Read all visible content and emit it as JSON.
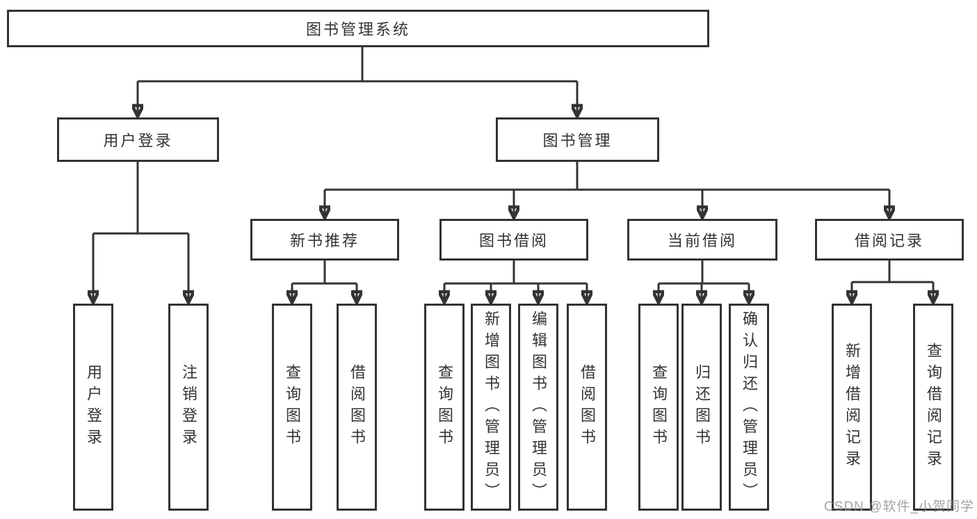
{
  "diagram": {
    "type": "hierarchy-tree",
    "title": "图书管理系统",
    "watermark": "CSDN @软件_小贺同学",
    "colors": {
      "line": "#333333",
      "box_border": "#333333",
      "text": "#333333",
      "background": "#ffffff",
      "watermark": "#8c8c8c"
    },
    "nodes": {
      "root": {
        "label": "图书管理系统"
      },
      "user_login": {
        "label": "用户登录"
      },
      "book_mgmt": {
        "label": "图书管理"
      },
      "new_book_rec": {
        "label": "新书推荐"
      },
      "book_borrow": {
        "label": "图书借阅"
      },
      "current_borrow": {
        "label": "当前借阅"
      },
      "borrow_records": {
        "label": "借阅记录"
      },
      "leaf_user_login": {
        "label": "用户登录"
      },
      "leaf_logout": {
        "label": "注销登录"
      },
      "leaf_query_books_1": {
        "label": "查询图书"
      },
      "leaf_borrow_books_1": {
        "label": "借阅图书"
      },
      "leaf_query_books_2": {
        "label": "查询图书"
      },
      "leaf_add_books": {
        "label": "新增图书（管理员）"
      },
      "leaf_edit_books": {
        "label": "编辑图书（管理员）"
      },
      "leaf_borrow_books_2": {
        "label": "借阅图书"
      },
      "leaf_query_books_3": {
        "label": "查询图书"
      },
      "leaf_return_books": {
        "label": "归还图书"
      },
      "leaf_confirm_return": {
        "label": "确认归还（管理员）"
      },
      "leaf_add_borrow_record": {
        "label": "新增借阅记录"
      },
      "leaf_query_borrow_record": {
        "label": "查询借阅记录"
      }
    },
    "edges": [
      [
        "root",
        "user_login"
      ],
      [
        "root",
        "book_mgmt"
      ],
      [
        "user_login",
        "leaf_user_login"
      ],
      [
        "user_login",
        "leaf_logout"
      ],
      [
        "book_mgmt",
        "new_book_rec"
      ],
      [
        "book_mgmt",
        "book_borrow"
      ],
      [
        "book_mgmt",
        "current_borrow"
      ],
      [
        "book_mgmt",
        "borrow_records"
      ],
      [
        "new_book_rec",
        "leaf_query_books_1"
      ],
      [
        "new_book_rec",
        "leaf_borrow_books_1"
      ],
      [
        "book_borrow",
        "leaf_query_books_2"
      ],
      [
        "book_borrow",
        "leaf_add_books"
      ],
      [
        "book_borrow",
        "leaf_edit_books"
      ],
      [
        "book_borrow",
        "leaf_borrow_books_2"
      ],
      [
        "current_borrow",
        "leaf_query_books_3"
      ],
      [
        "current_borrow",
        "leaf_return_books"
      ],
      [
        "current_borrow",
        "leaf_confirm_return"
      ],
      [
        "borrow_records",
        "leaf_add_borrow_record"
      ],
      [
        "borrow_records",
        "leaf_query_borrow_record"
      ]
    ]
  }
}
